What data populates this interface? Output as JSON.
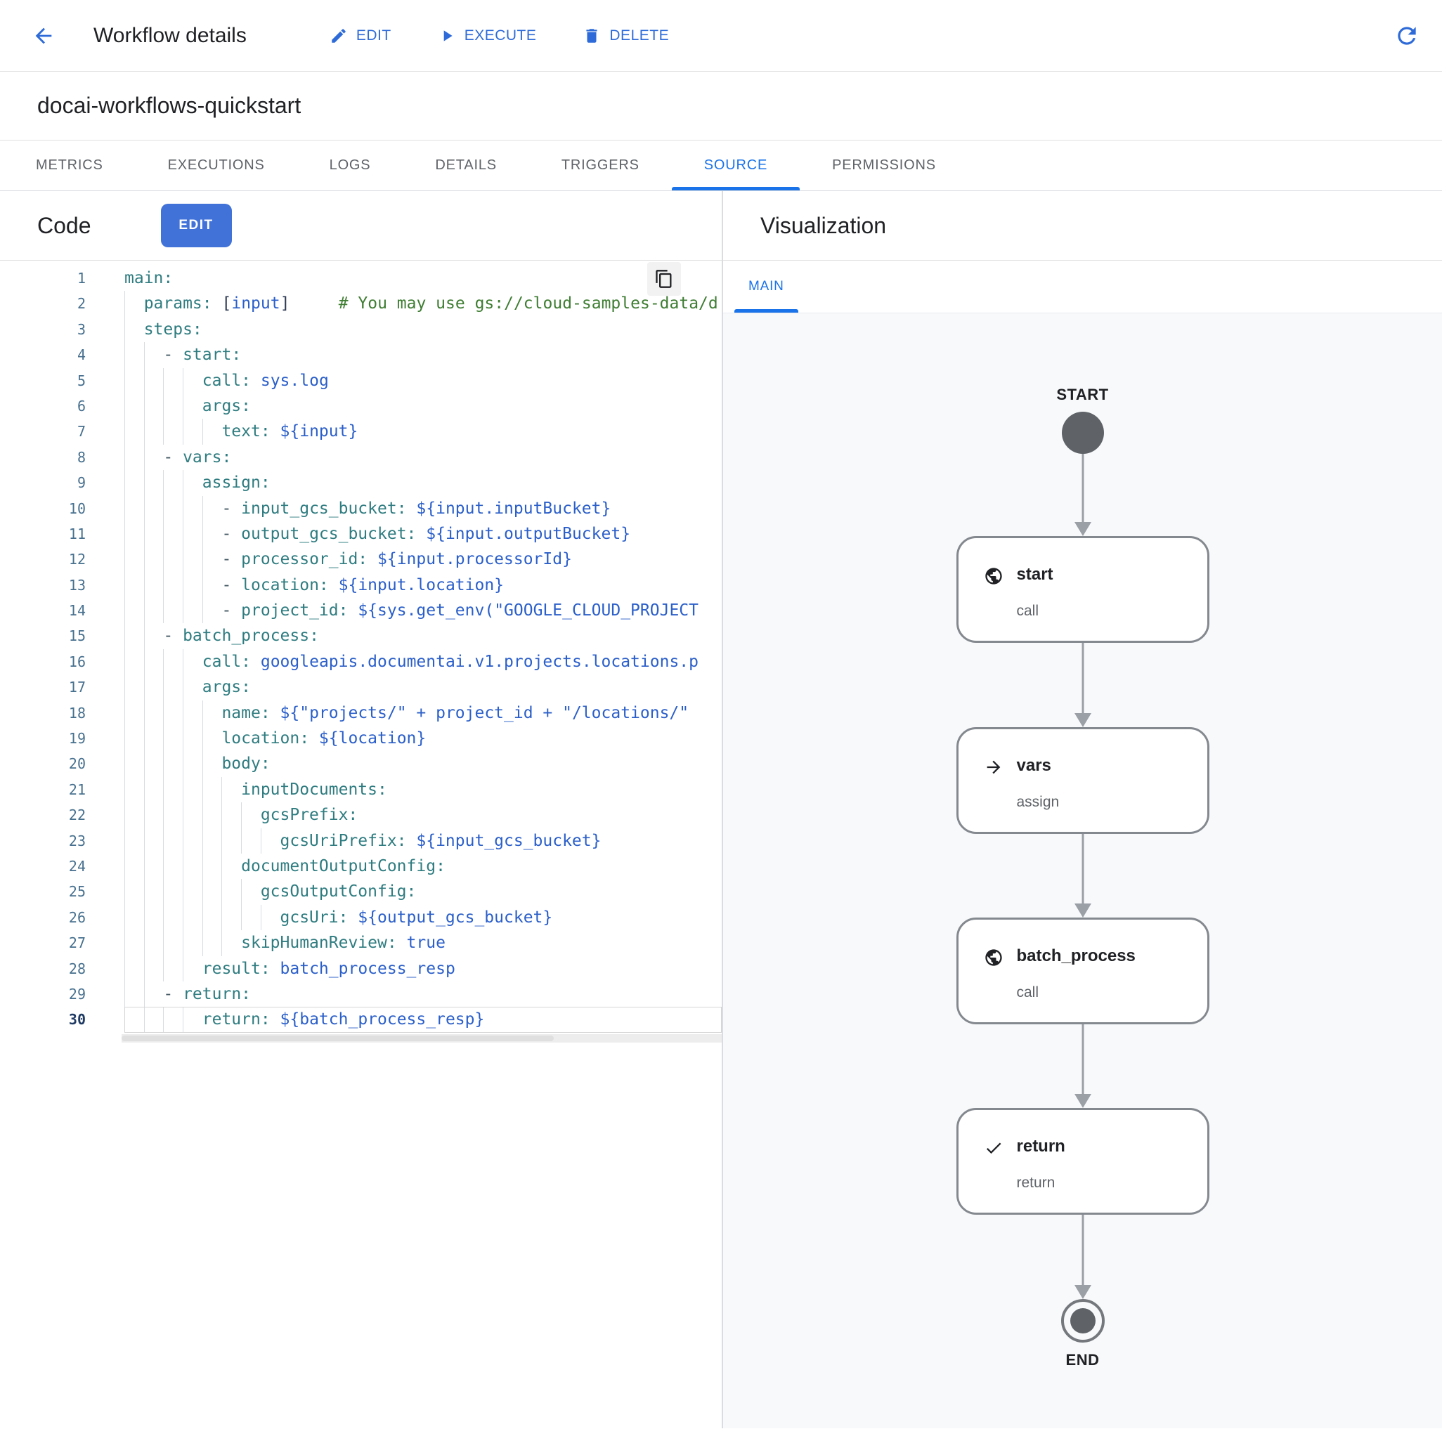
{
  "colors": {
    "accent_blue": "#1a73e8",
    "action_blue": "#2e6bd8",
    "button_blue": "#4072d8",
    "node_border_gray": "#84898f",
    "node_fill_gray": "#5f6368",
    "arrow_gray": "#9aa0a6",
    "canvas_bg": "#f8f9fa",
    "syntax_key_teal": "#2f7c80",
    "syntax_value_blue": "#2b5fc9",
    "syntax_comment_green": "#3e7d32"
  },
  "header": {
    "back_icon": "arrow-back",
    "title": "Workflow details",
    "actions": [
      {
        "icon": "pencil",
        "label": "EDIT"
      },
      {
        "icon": "play",
        "label": "EXECUTE"
      },
      {
        "icon": "trash",
        "label": "DELETE"
      }
    ],
    "refresh_icon": "refresh"
  },
  "workflow_name": "docai-workflows-quickstart",
  "tabs": {
    "items": [
      "METRICS",
      "EXECUTIONS",
      "LOGS",
      "DETAILS",
      "TRIGGERS",
      "SOURCE",
      "PERMISSIONS"
    ],
    "active": "SOURCE"
  },
  "code_panel": {
    "title": "Code",
    "edit_button_label": "EDIT",
    "copy_icon": "content-copy",
    "lines": [
      {
        "n": 1,
        "i": 0,
        "t": [
          [
            "k",
            "main:"
          ]
        ]
      },
      {
        "n": 2,
        "i": 2,
        "t": [
          [
            "k",
            "params:"
          ],
          [
            "s",
            " "
          ],
          [
            "b",
            "["
          ],
          [
            "v",
            "input"
          ],
          [
            "b",
            "]"
          ],
          [
            "s",
            "     "
          ],
          [
            "c",
            "# You may use gs://cloud-samples-data/d"
          ]
        ]
      },
      {
        "n": 3,
        "i": 2,
        "t": [
          [
            "k",
            "steps:"
          ]
        ]
      },
      {
        "n": 4,
        "i": 4,
        "t": [
          [
            "d",
            "- "
          ],
          [
            "k",
            "start:"
          ]
        ]
      },
      {
        "n": 5,
        "i": 8,
        "t": [
          [
            "k",
            "call:"
          ],
          [
            "s",
            " "
          ],
          [
            "v",
            "sys.log"
          ]
        ]
      },
      {
        "n": 6,
        "i": 8,
        "t": [
          [
            "k",
            "args:"
          ]
        ]
      },
      {
        "n": 7,
        "i": 10,
        "t": [
          [
            "k",
            "text:"
          ],
          [
            "s",
            " "
          ],
          [
            "v",
            "${input}"
          ]
        ]
      },
      {
        "n": 8,
        "i": 4,
        "t": [
          [
            "d",
            "- "
          ],
          [
            "k",
            "vars:"
          ]
        ]
      },
      {
        "n": 9,
        "i": 8,
        "t": [
          [
            "k",
            "assign:"
          ]
        ]
      },
      {
        "n": 10,
        "i": 10,
        "t": [
          [
            "d",
            "- "
          ],
          [
            "k",
            "input_gcs_bucket:"
          ],
          [
            "s",
            " "
          ],
          [
            "v",
            "${input.inputBucket}"
          ]
        ]
      },
      {
        "n": 11,
        "i": 10,
        "t": [
          [
            "d",
            "- "
          ],
          [
            "k",
            "output_gcs_bucket:"
          ],
          [
            "s",
            " "
          ],
          [
            "v",
            "${input.outputBucket}"
          ]
        ]
      },
      {
        "n": 12,
        "i": 10,
        "t": [
          [
            "d",
            "- "
          ],
          [
            "k",
            "processor_id:"
          ],
          [
            "s",
            " "
          ],
          [
            "v",
            "${input.processorId}"
          ]
        ]
      },
      {
        "n": 13,
        "i": 10,
        "t": [
          [
            "d",
            "- "
          ],
          [
            "k",
            "location:"
          ],
          [
            "s",
            " "
          ],
          [
            "v",
            "${input.location}"
          ]
        ]
      },
      {
        "n": 14,
        "i": 10,
        "t": [
          [
            "d",
            "- "
          ],
          [
            "k",
            "project_id:"
          ],
          [
            "s",
            " "
          ],
          [
            "v",
            "${sys.get_env(\"GOOGLE_CLOUD_PROJECT"
          ]
        ]
      },
      {
        "n": 15,
        "i": 4,
        "t": [
          [
            "d",
            "- "
          ],
          [
            "k",
            "batch_process:"
          ]
        ]
      },
      {
        "n": 16,
        "i": 8,
        "t": [
          [
            "k",
            "call:"
          ],
          [
            "s",
            " "
          ],
          [
            "v",
            "googleapis.documentai.v1.projects.locations.p"
          ]
        ]
      },
      {
        "n": 17,
        "i": 8,
        "t": [
          [
            "k",
            "args:"
          ]
        ]
      },
      {
        "n": 18,
        "i": 10,
        "t": [
          [
            "k",
            "name:"
          ],
          [
            "s",
            " "
          ],
          [
            "v",
            "${\"projects/\" + project_id + \"/locations/\""
          ]
        ]
      },
      {
        "n": 19,
        "i": 10,
        "t": [
          [
            "k",
            "location:"
          ],
          [
            "s",
            " "
          ],
          [
            "v",
            "${location}"
          ]
        ]
      },
      {
        "n": 20,
        "i": 10,
        "t": [
          [
            "k",
            "body:"
          ]
        ]
      },
      {
        "n": 21,
        "i": 12,
        "t": [
          [
            "k",
            "inputDocuments:"
          ]
        ]
      },
      {
        "n": 22,
        "i": 14,
        "t": [
          [
            "k",
            "gcsPrefix:"
          ]
        ]
      },
      {
        "n": 23,
        "i": 16,
        "t": [
          [
            "k",
            "gcsUriPrefix:"
          ],
          [
            "s",
            " "
          ],
          [
            "v",
            "${input_gcs_bucket}"
          ]
        ]
      },
      {
        "n": 24,
        "i": 12,
        "t": [
          [
            "k",
            "documentOutputConfig:"
          ]
        ]
      },
      {
        "n": 25,
        "i": 14,
        "t": [
          [
            "k",
            "gcsOutputConfig:"
          ]
        ]
      },
      {
        "n": 26,
        "i": 16,
        "t": [
          [
            "k",
            "gcsUri:"
          ],
          [
            "s",
            " "
          ],
          [
            "v",
            "${output_gcs_bucket}"
          ]
        ]
      },
      {
        "n": 27,
        "i": 12,
        "t": [
          [
            "k",
            "skipHumanReview:"
          ],
          [
            "s",
            " "
          ],
          [
            "v",
            "true"
          ]
        ]
      },
      {
        "n": 28,
        "i": 8,
        "t": [
          [
            "k",
            "result:"
          ],
          [
            "s",
            " "
          ],
          [
            "v",
            "batch_process_resp"
          ]
        ]
      },
      {
        "n": 29,
        "i": 4,
        "t": [
          [
            "d",
            "- "
          ],
          [
            "k",
            "return:"
          ]
        ]
      },
      {
        "n": 30,
        "i": 8,
        "t": [
          [
            "k",
            "return:"
          ],
          [
            "s",
            " "
          ],
          [
            "v",
            "${batch_process_resp}"
          ]
        ],
        "active": true
      }
    ]
  },
  "viz_panel": {
    "title": "Visualization",
    "tabs": [
      "MAIN"
    ],
    "active_tab": "MAIN",
    "start_label": "START",
    "end_label": "END",
    "nodes": [
      {
        "icon": "globe",
        "title": "start",
        "subtitle": "call"
      },
      {
        "icon": "arrow-right",
        "title": "vars",
        "subtitle": "assign"
      },
      {
        "icon": "globe",
        "title": "batch_process",
        "subtitle": "call"
      },
      {
        "icon": "check",
        "title": "return",
        "subtitle": "return"
      }
    ]
  }
}
